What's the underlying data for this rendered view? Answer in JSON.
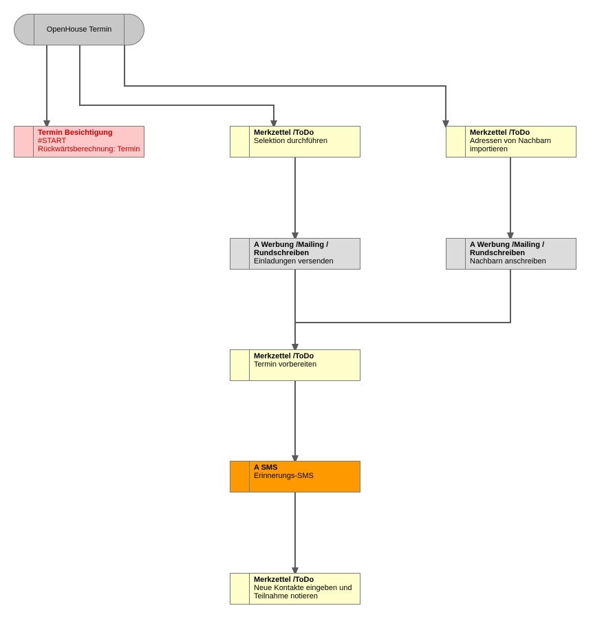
{
  "start_node": {
    "label": "OpenHouse Termin"
  },
  "nodes": [
    {
      "id": "n1",
      "style": "pink",
      "title": "Termin Besichtigung",
      "lines": [
        "#START",
        "Rückwärtsberechnung: Termin"
      ]
    },
    {
      "id": "n2",
      "style": "yellow",
      "title": "Merkzettel /ToDo",
      "lines": [
        "Selektion durchführen"
      ]
    },
    {
      "id": "n3",
      "style": "yellow",
      "title": "Merkzettel /ToDo",
      "lines": [
        "Adressen von Nachbarn",
        "importieren"
      ]
    },
    {
      "id": "n4",
      "style": "gray",
      "title": "A Werbung /Mailing / Rundschreiben",
      "lines": [
        "Einladungen versenden"
      ]
    },
    {
      "id": "n5",
      "style": "gray",
      "title": "A Werbung /Mailing / Rundschreiben",
      "lines": [
        "Nachbarn anschreiben"
      ]
    },
    {
      "id": "n6",
      "style": "yellow",
      "title": "Merkzettel /ToDo",
      "lines": [
        "Termin vorbereiten"
      ]
    },
    {
      "id": "n7",
      "style": "orange",
      "title": "A SMS",
      "lines": [
        "Erinnerungs-SMS"
      ]
    },
    {
      "id": "n8",
      "style": "yellow",
      "title": "Merkzettel /ToDo",
      "lines": [
        "Neue Kontakte eingeben und",
        "Teilnahme notieren"
      ]
    }
  ],
  "edges": [
    {
      "from": "start",
      "to": "n1"
    },
    {
      "from": "start",
      "to": "n2"
    },
    {
      "from": "start",
      "to": "n3"
    },
    {
      "from": "n2",
      "to": "n4"
    },
    {
      "from": "n3",
      "to": "n5"
    },
    {
      "from": "n4",
      "to": "n6"
    },
    {
      "from": "n5",
      "to": "n6"
    },
    {
      "from": "n6",
      "to": "n7"
    },
    {
      "from": "n7",
      "to": "n8"
    }
  ],
  "colors": {
    "edge": "#5a5a5a",
    "yellow": "#ffffcc",
    "gray": "#dcdcdc",
    "orange": "#ff9900",
    "pink": "#ffc8c8",
    "pink_text": "#cc0000"
  }
}
